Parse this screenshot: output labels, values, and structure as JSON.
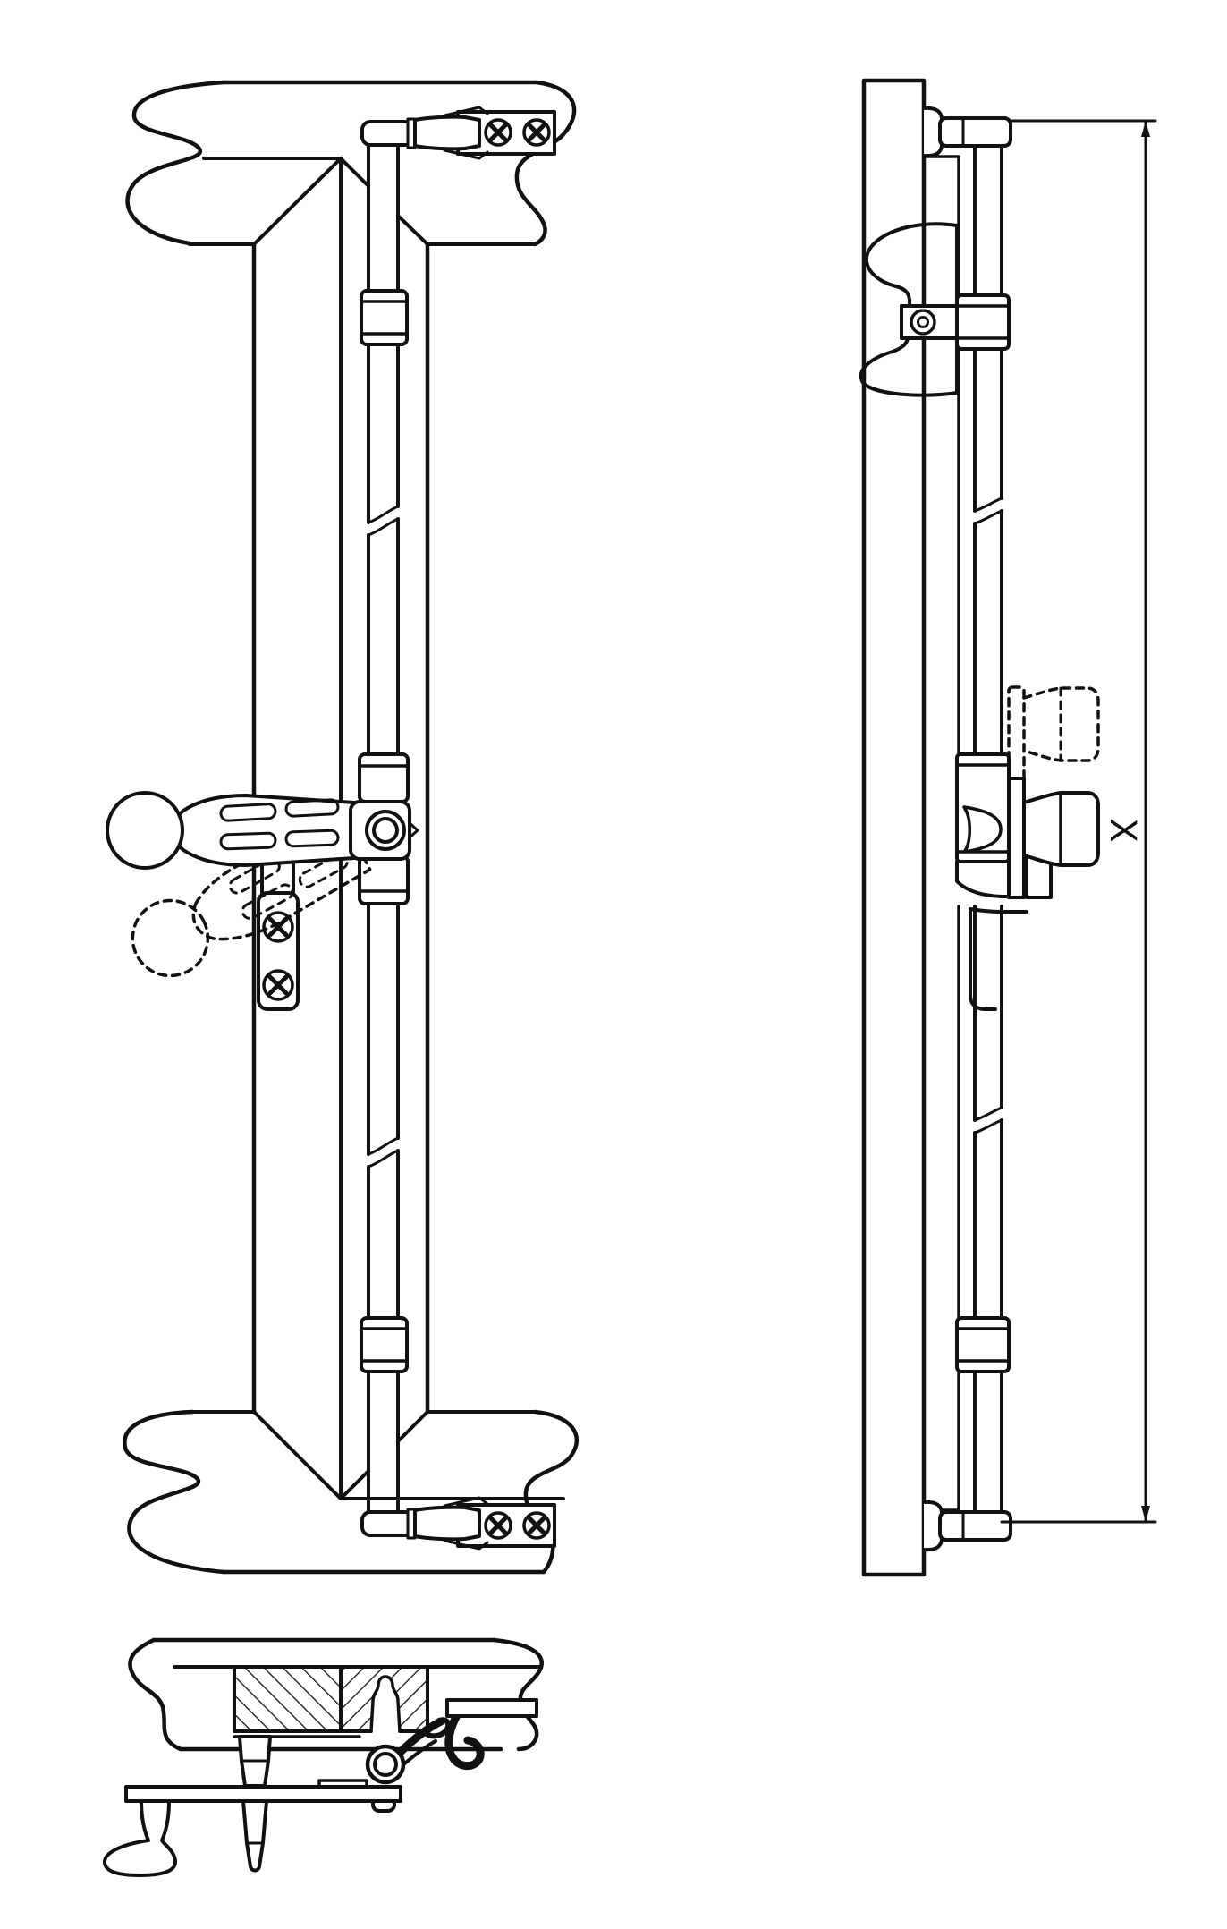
{
  "page": {
    "background_color": "#ffffff",
    "line_color": "#111111"
  },
  "drawing": {
    "kind": "technical-line-drawing",
    "subject": "cremone-bolt-door-hardware",
    "dimension_label": "X",
    "views": [
      {
        "id": "front-elevation"
      },
      {
        "id": "side-profile"
      },
      {
        "id": "bottom-section"
      }
    ]
  }
}
